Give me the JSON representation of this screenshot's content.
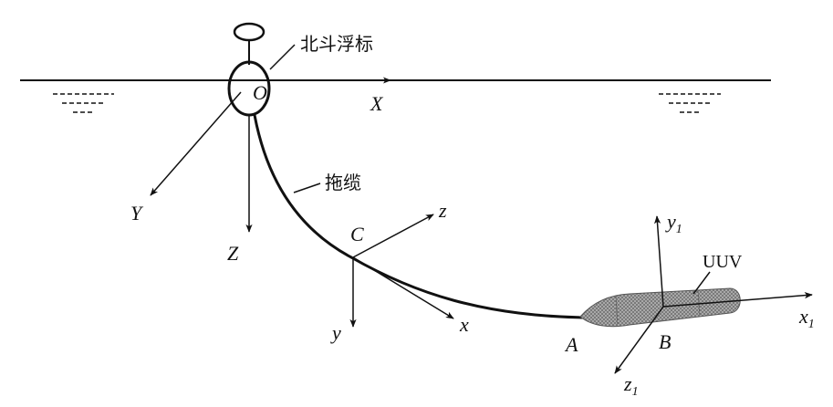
{
  "labels": {
    "buoy": "北斗浮标",
    "cable": "拖缆",
    "uuv": "UUV",
    "origin": "O",
    "axis_X": "X",
    "axis_Y": "Y",
    "axis_Z": "Z",
    "point_C": "C",
    "axis_z": "z",
    "axis_y": "y",
    "axis_x": "x",
    "point_A": "A",
    "point_B": "B",
    "axis_x1": "x",
    "axis_y1": "y",
    "axis_z1": "z",
    "sub_1": "1"
  },
  "colors": {
    "line": "#111111",
    "uuv_body": "#9a9a9a",
    "background": "#ffffff"
  }
}
